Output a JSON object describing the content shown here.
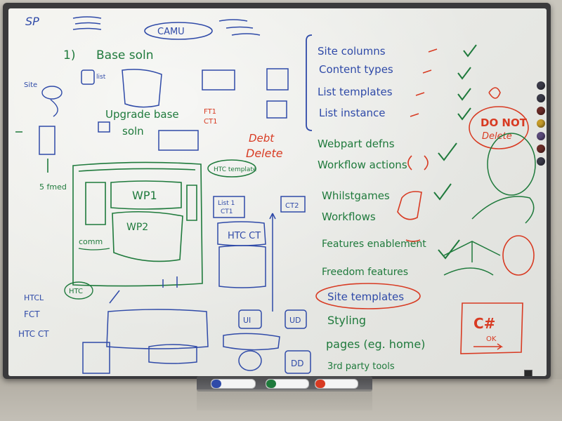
{
  "scene": {
    "description_type": "whiteboard-photo"
  },
  "colors": {
    "blue_ink": "#2f4aa8",
    "green_ink": "#1f7a3c",
    "red_ink": "#d83a22",
    "board": "#ecece8",
    "frame": "#3a3a3c"
  },
  "left_area": {
    "sp": "SP",
    "camu": "CAMU",
    "step1": "1)",
    "base_soln": "Base soln",
    "list": "list",
    "upgrade_base": "Upgrade base",
    "soln": "soln",
    "wp1": "WP1",
    "wp2": "WP2",
    "ft1": "FT1",
    "ct1": "CT1",
    "debt_delete": "Debt Delete",
    "htc_template": "HTC template",
    "htc_ct": "HTC CT",
    "ui": "UI",
    "ud": "UD",
    "dd": "DD",
    "htc": "HTC",
    "fct": "FCT",
    "htc_ct_bottom": "HTC CT",
    "site": "Site",
    "comm": "comm",
    "list1": "List 1",
    "ct1b": "CT1",
    "ct2": "CT2"
  },
  "middle_list": {
    "items": [
      "Site columns",
      "Content types",
      "List templates",
      "List instance",
      "Webpart defns",
      "Workflow actions",
      "Whilstgames",
      "Workflows",
      "Features enablement",
      "Freedom features",
      "Site templates",
      "Styling",
      "pages (eg. home)",
      "3rd party tools"
    ]
  },
  "right_area": {
    "do_not_delete": "DO NOT Delete",
    "c_sharp": "C#",
    "ok": "OK"
  },
  "tray": {
    "markers": [
      "blue-marker",
      "green-marker",
      "red-marker"
    ]
  }
}
